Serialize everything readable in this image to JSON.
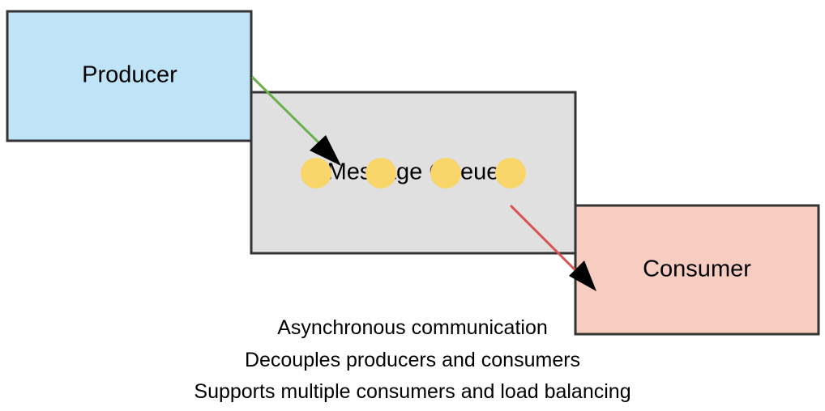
{
  "diagram": {
    "nodes": {
      "producer": {
        "label": "Producer",
        "fill": "#bfe3f7",
        "stroke": "#333333"
      },
      "queue": {
        "label": "Message Queue",
        "fill": "#e0e0e0",
        "stroke": "#333333"
      },
      "consumer": {
        "label": "Consumer",
        "fill": "#f7cdc2",
        "stroke": "#333333"
      }
    },
    "messages": {
      "count": 4,
      "color": "#f8d66a"
    },
    "arrows": {
      "produce": {
        "color": "#6ab04c",
        "from": "producer",
        "to": "queue"
      },
      "consume": {
        "color": "#d9534f",
        "from": "queue",
        "to": "consumer"
      }
    }
  },
  "captions": {
    "line1": "Asynchronous communication",
    "line2": "Decouples producers and consumers",
    "line3": "Supports multiple consumers and load balancing"
  }
}
